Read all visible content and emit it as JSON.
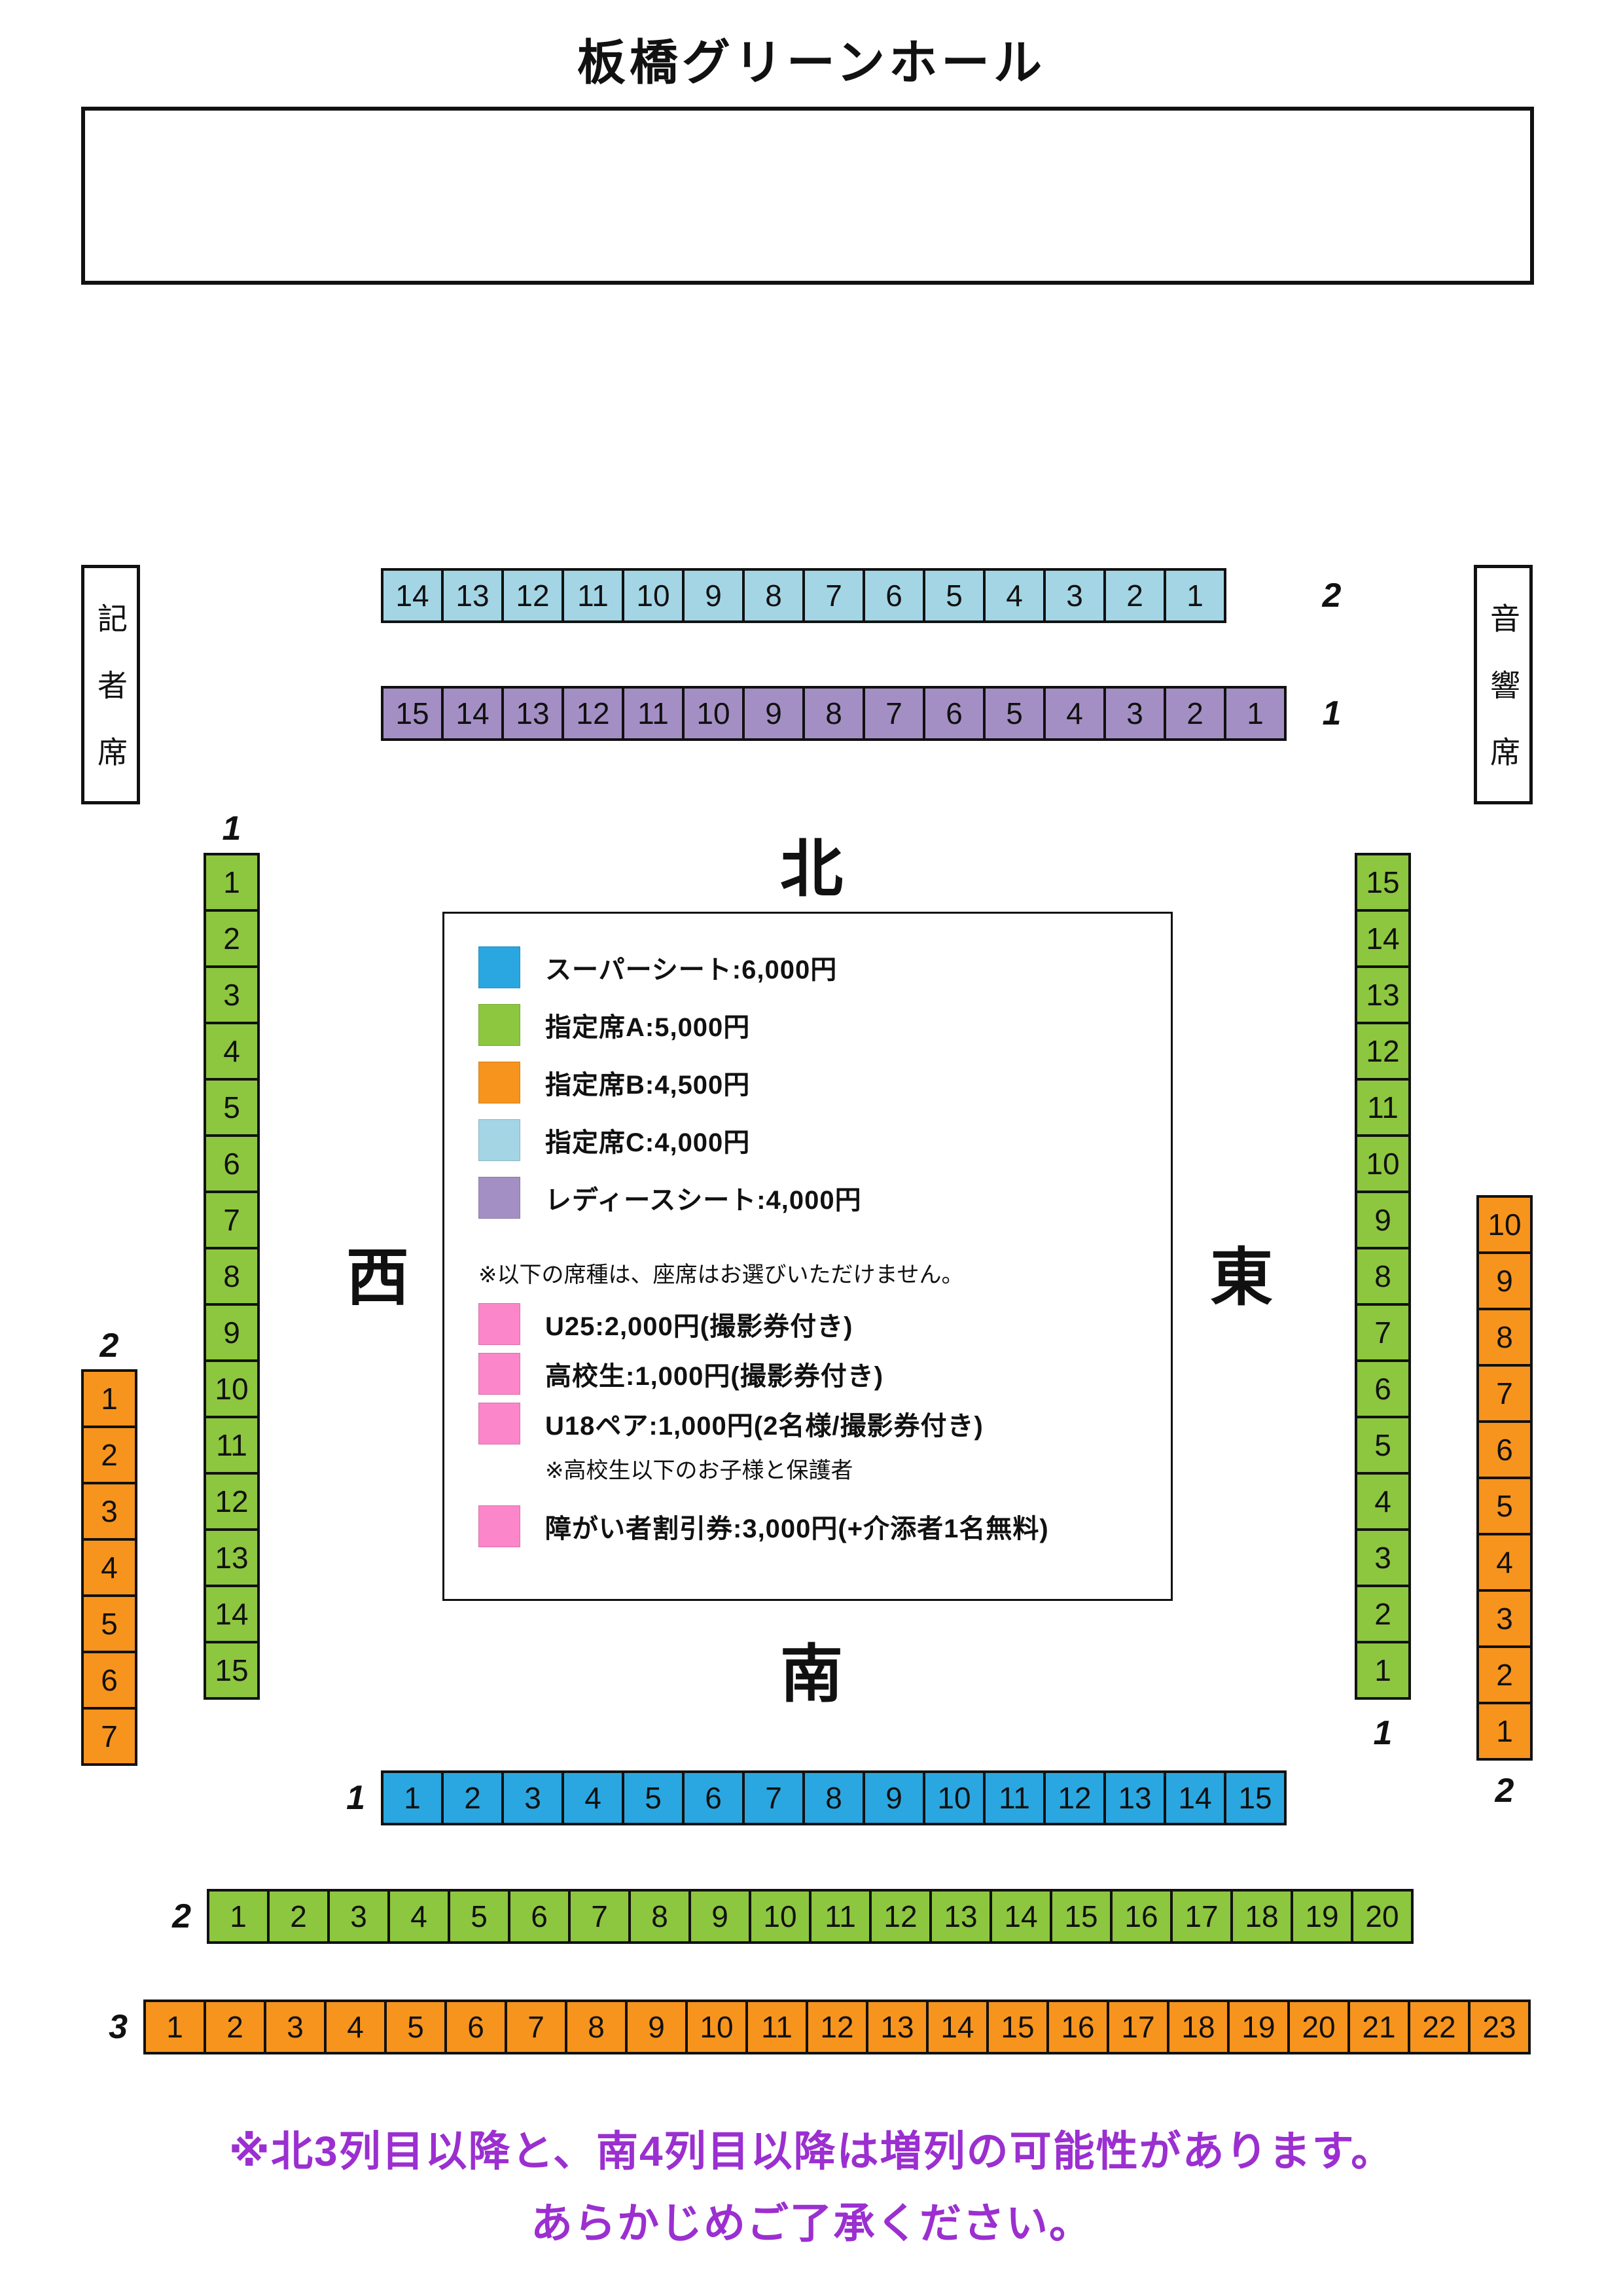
{
  "title": "板橋グリーンホール",
  "side_boxes": {
    "press": "記者席",
    "sound": "音響席"
  },
  "directions": {
    "north": "北",
    "south": "南",
    "east": "東",
    "west": "西"
  },
  "colors": {
    "super_seat": "#2aa7e0",
    "seat_a": "#8dc63f",
    "seat_b": "#f7941d",
    "seat_c": "#a3d5e5",
    "ladies": "#a48fc4",
    "pink": "#fb86c9",
    "note_text": "#9b2fd0"
  },
  "seat_rows": {
    "north_row2": {
      "row_label": "2",
      "color": "seat_c",
      "seats": [
        "14",
        "13",
        "12",
        "11",
        "10",
        "9",
        "8",
        "7",
        "6",
        "5",
        "4",
        "3",
        "2",
        "1"
      ]
    },
    "north_row1": {
      "row_label": "1",
      "color": "ladies",
      "seats": [
        "15",
        "14",
        "13",
        "12",
        "11",
        "10",
        "9",
        "8",
        "7",
        "6",
        "5",
        "4",
        "3",
        "2",
        "1"
      ]
    },
    "west_col1": {
      "row_label": "1",
      "color": "seat_a",
      "seats": [
        "1",
        "2",
        "3",
        "4",
        "5",
        "6",
        "7",
        "8",
        "9",
        "10",
        "11",
        "12",
        "13",
        "14",
        "15"
      ]
    },
    "west_col2": {
      "row_label": "2",
      "color": "seat_b",
      "seats": [
        "1",
        "2",
        "3",
        "4",
        "5",
        "6",
        "7"
      ]
    },
    "east_col1": {
      "row_label": "1",
      "color": "seat_a",
      "seats": [
        "15",
        "14",
        "13",
        "12",
        "11",
        "10",
        "9",
        "8",
        "7",
        "6",
        "5",
        "4",
        "3",
        "2",
        "1"
      ]
    },
    "east_col2": {
      "row_label": "2",
      "color": "seat_b",
      "seats": [
        "10",
        "9",
        "8",
        "7",
        "6",
        "5",
        "4",
        "3",
        "2",
        "1"
      ]
    },
    "south_row1": {
      "row_label": "1",
      "color": "super_seat",
      "seats": [
        "1",
        "2",
        "3",
        "4",
        "5",
        "6",
        "7",
        "8",
        "9",
        "10",
        "11",
        "12",
        "13",
        "14",
        "15"
      ]
    },
    "south_row2": {
      "row_label": "2",
      "color": "seat_a",
      "seats": [
        "1",
        "2",
        "3",
        "4",
        "5",
        "6",
        "7",
        "8",
        "9",
        "10",
        "11",
        "12",
        "13",
        "14",
        "15",
        "16",
        "17",
        "18",
        "19",
        "20"
      ]
    },
    "south_row3": {
      "row_label": "3",
      "color": "seat_b",
      "seats": [
        "1",
        "2",
        "3",
        "4",
        "5",
        "6",
        "7",
        "8",
        "9",
        "10",
        "11",
        "12",
        "13",
        "14",
        "15",
        "16",
        "17",
        "18",
        "19",
        "20",
        "21",
        "22",
        "23"
      ]
    }
  },
  "legend": {
    "price_items": [
      {
        "color": "super_seat",
        "text": "スーパーシート:6,000円"
      },
      {
        "color": "seat_a",
        "text": "指定席A:5,000円"
      },
      {
        "color": "seat_b",
        "text": "指定席B:4,500円"
      },
      {
        "color": "seat_c",
        "text": "指定席C:4,000円"
      },
      {
        "color": "ladies",
        "text": "レディースシート:4,000円"
      }
    ],
    "restriction_note": "※以下の席種は、座席はお選びいただけません。",
    "special_items": [
      {
        "color": "pink",
        "text": "U25:2,000円(撮影券付き)"
      },
      {
        "color": "pink",
        "text": "高校生:1,000円(撮影券付き)"
      },
      {
        "color": "pink",
        "text": "U18ペア:1,000円(2名様/撮影券付き)"
      }
    ],
    "pair_note": "※高校生以下のお子様と保護者",
    "disability_item": {
      "color": "pink",
      "text": "障がい者割引券:3,000円(+介添者1名無料)"
    }
  },
  "footer_note": {
    "line1": "※北3列目以降と、南4列目以降は増列の可能性があります。",
    "line2": "あらかじめご了承ください。"
  }
}
